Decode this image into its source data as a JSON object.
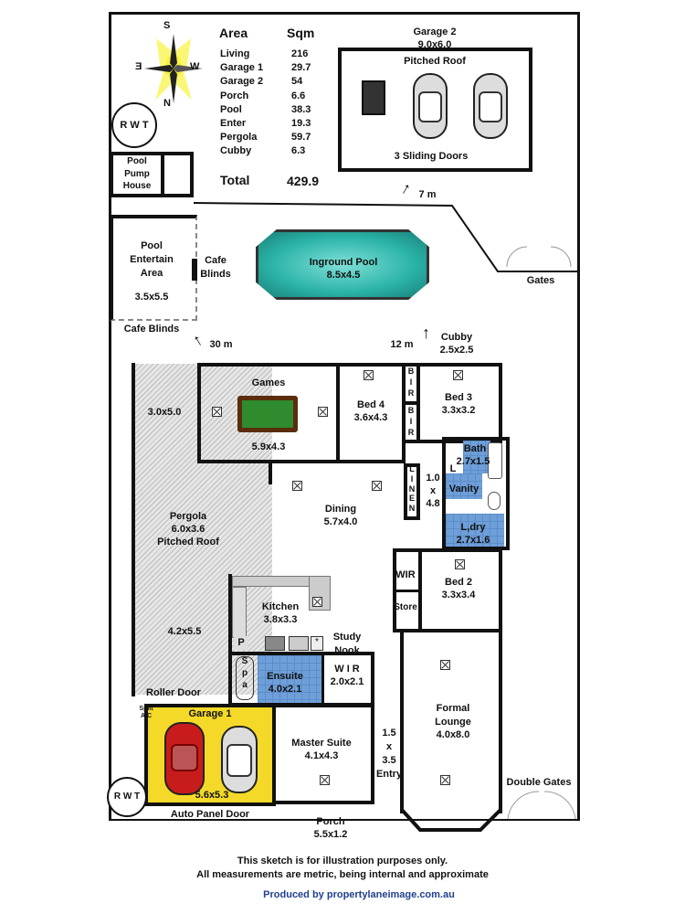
{
  "compass": {
    "n": "N",
    "s": "S",
    "e": "E",
    "w": "W"
  },
  "area_table": {
    "header_area": "Area",
    "header_sqm": "Sqm",
    "rows": [
      {
        "name": "Living",
        "sqm": "216"
      },
      {
        "name": "Garage 1",
        "sqm": "29.7"
      },
      {
        "name": "Garage 2",
        "sqm": "54"
      },
      {
        "name": "Porch",
        "sqm": "6.6"
      },
      {
        "name": "Pool",
        "sqm": "38.3"
      },
      {
        "name": "Enter",
        "sqm": "19.3"
      },
      {
        "name": "Pergola",
        "sqm": "59.7"
      },
      {
        "name": "Cubby",
        "sqm": "6.3"
      }
    ],
    "total_label": "Total",
    "total_value": "429.9"
  },
  "rwt_top": "R W T",
  "rwt_bottom": "R W T",
  "garage2": {
    "name": "Garage 2",
    "size": "9.0x6.0",
    "roof": "Pitched Roof",
    "doors": "3 Sliding Doors",
    "distance": "7 m"
  },
  "pool_pump": "Pool Pump House",
  "pool_entertain": {
    "name": "Pool Entertain Area",
    "size": "3.5x5.5",
    "blinds_side": "Cafe Blinds",
    "blinds_bottom": "Cafe Blinds",
    "distance": "30 m"
  },
  "pool": {
    "name": "Inground Pool",
    "size": "8.5x4.5"
  },
  "gates": "Gates",
  "cubby": {
    "distance": "12 m",
    "name": "Cubby",
    "size": "2.5x2.5"
  },
  "rooms": {
    "games": {
      "name": "Games",
      "size": "5.9x4.3"
    },
    "bed4": {
      "name": "Bed 4",
      "size": "3.6x4.3"
    },
    "bed3": {
      "name": "Bed 3",
      "size": "3.3x3.2"
    },
    "bir1": "B I R",
    "bir2": "B I R",
    "bath": {
      "name": "Bath",
      "size": "2.7x1.5",
      "l": "L"
    },
    "vanity": "Vanity",
    "laundry": {
      "name": "L,dry",
      "size": "2.7x1.6"
    },
    "linen": "L I N E N",
    "hall": {
      "a": "1.0",
      "x": "x",
      "b": "4.8"
    },
    "pergola": {
      "top_size": "3.0x5.0",
      "name": "Pergola",
      "size": "6.0x3.6",
      "roof": "Pitched Roof",
      "bottom_size": "4.2x5.5",
      "roller": "Roller Door"
    },
    "dining": {
      "name": "Dining",
      "size": "5.7x4.0"
    },
    "wir_bed2": "WIR",
    "store": "Store",
    "bed2": {
      "name": "Bed 2",
      "size": "3.3x3.4"
    },
    "kitchen": {
      "name": "Kitchen",
      "size": "3.8x3.3",
      "p": "P"
    },
    "study": "Study Nook",
    "spa": "S p a",
    "ensuite": {
      "name": "Ensuite",
      "size": "4.0x2.1"
    },
    "wir": {
      "name": "W I R",
      "size": "2.0x2.1"
    },
    "garage1": {
      "name": "Garage 1",
      "size": "5.6x5.3",
      "ac": "Split A/C",
      "door": "Auto Panel Door"
    },
    "master": {
      "name": "Master Suite",
      "size": "4.1x4.3"
    },
    "entry": {
      "a": "1.5",
      "x": "x",
      "b": "3.5",
      "name": "Entry"
    },
    "lounge": {
      "name": "Formal Lounge",
      "size": "4.0x8.0"
    },
    "porch": {
      "name": "Porch",
      "size": "5.5x1.2"
    },
    "double_gates": "Double Gates"
  },
  "footer": {
    "line1": "This sketch is for illustration purposes only.",
    "line2": "All measurements are metric, being internal and approximate",
    "credit": "Produced by propertylaneimage.com.au"
  },
  "colors": {
    "pool": "#2bb3a8",
    "garage1": "#f4d928",
    "wet": "#6f9fd8",
    "credit": "#1f3f8f"
  }
}
